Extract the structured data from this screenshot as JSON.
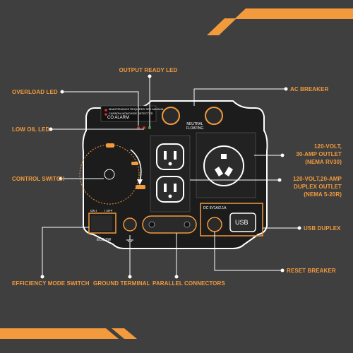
{
  "colors": {
    "background": "#3f3f3f",
    "panel": "#1c1c1c",
    "accent": "#f29a3c",
    "text": "#ffffff"
  },
  "callouts": {
    "output_ready_led": "OUTPUT READY LED",
    "overload_led": "OVERLOAD LED",
    "ac_breaker": "AC BREAKER",
    "low_oil_led": "LOW OIL LED",
    "outlet_30amp_line1": "120-VOLT,",
    "outlet_30amp_line2": "30-AMP OUTLET",
    "outlet_30amp_line3": "(NEMA RV30)",
    "control_switch": "CONTROL SWITCH",
    "duplex_line1": "120-VOLT,20-AMP",
    "duplex_line2": "DUPLEX OUTLET",
    "duplex_line3": "(NEMA 5-20R)",
    "usb_duplex": "USB DUPLEX",
    "efficiency_mode_switch": "EFFICIENCY MODE SWITCH",
    "ground_terminal": "GROUND TERMINAL",
    "parallel_connectors": "PARALLEL CONNECTORS",
    "reset_breaker": "RESET BREAKER"
  },
  "panel": {
    "maintenance_text": "MAINTENANCE REQUIRED SEE MANUAL",
    "co_detected_text": "CARBON MONOXIDE DETECTED",
    "co_alarm": "CO ALARM",
    "neutral_line1": "NEUTRAL",
    "neutral_line2": "FLOATING",
    "switch_on": "ON I",
    "switch_off": "I OFF",
    "eco_sw": "ECO SW",
    "usb_spec": "DC 5V1A/2.1A",
    "usb_label": "USB"
  },
  "icons": [
    "ground-symbol-icon",
    "usb-port-icon",
    "duplex-outlet-icon",
    "rv-outlet-icon"
  ]
}
